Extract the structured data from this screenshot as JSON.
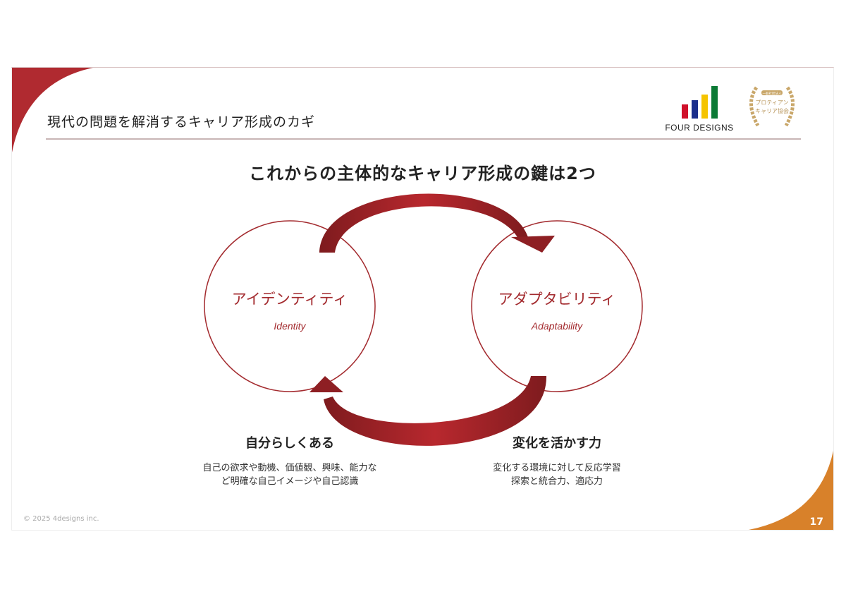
{
  "header": {
    "title": "現代の問題を解消するキャリア形成のカギ"
  },
  "logo": {
    "text": "FOUR DESIGNS",
    "bar_colors": [
      "#d0112b",
      "#1a2e8c",
      "#f5c400",
      "#0b7a35"
    ]
  },
  "seal": {
    "ribbon": "一般社団法人",
    "line1": "プロティアン",
    "line2": "キャリア協会"
  },
  "headline": "これからの主体的なキャリア形成の鍵は2つ",
  "circles": [
    {
      "jp": "アイデンティティ",
      "en": "Identity"
    },
    {
      "jp": "アダプタビリティ",
      "en": "Adaptability"
    }
  ],
  "blocks": [
    {
      "heading": "自分らしくある",
      "lines": [
        "自己の欲求や動機、価値観、興味、能力な",
        "ど明確な自己イメージや自己認識"
      ]
    },
    {
      "heading": "変化を活かす力",
      "lines": [
        "変化する環境に対して反応学習",
        "探索と統合力、適応力"
      ]
    }
  ],
  "footer": {
    "copyright": "© 2025 4designs inc.",
    "page": "17"
  },
  "colors": {
    "accent": "#a32a2e",
    "orange": "#d8812a"
  }
}
